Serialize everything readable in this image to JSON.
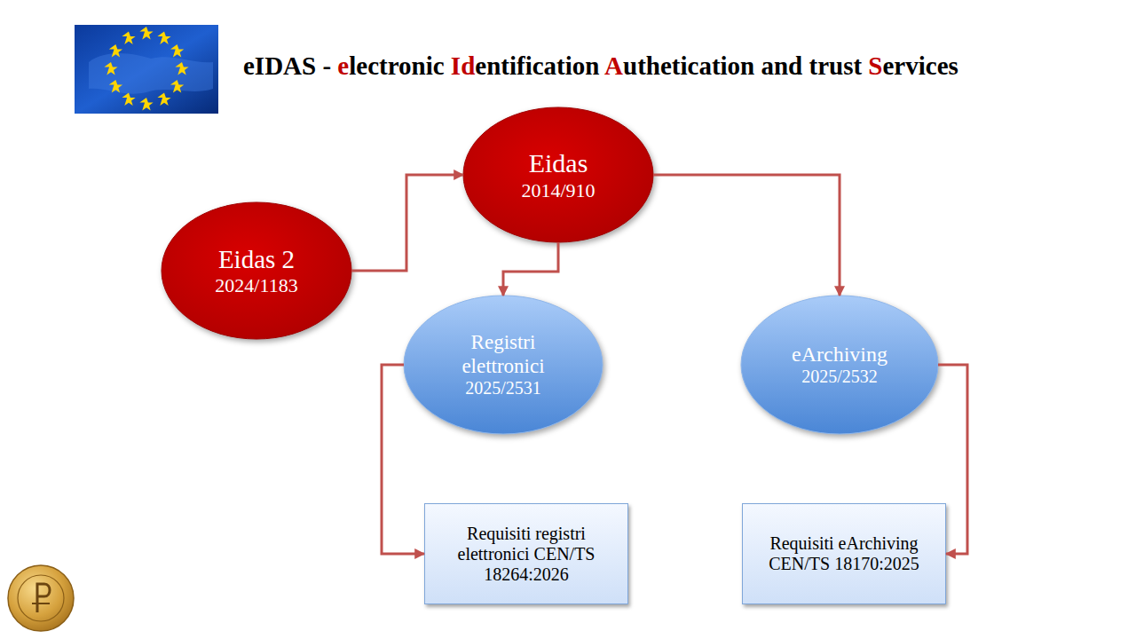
{
  "diagram": {
    "title": "eIDAS - electronic Identification Authetication and trust Services",
    "nodes": [
      {
        "text": [
          "Eidas 2",
          "2024/1183"
        ]
      },
      {
        "text": [
          "Eidas",
          "2014/910"
        ]
      },
      {
        "text": [
          "Registri elettronici",
          "2025/2531"
        ]
      },
      {
        "text": [
          "eArchiving",
          "2025/2532"
        ]
      },
      {
        "text": [
          "Requisiti registri elettronici CEN/TS 18264:2026"
        ]
      },
      {
        "text": [
          "Requisiti eArchiving CEN/TS 18170:2025"
        ]
      }
    ],
    "edges": [
      {
        "from": 0,
        "to": 1,
        "arrow": "to"
      },
      {
        "from": 1,
        "to": 2,
        "arrow": "to"
      },
      {
        "from": 1,
        "to": 3,
        "arrow": "to"
      },
      {
        "from": 2,
        "to": 4,
        "arrow": "to"
      },
      {
        "from": 3,
        "to": 5,
        "arrow": "to"
      }
    ]
  }
}
